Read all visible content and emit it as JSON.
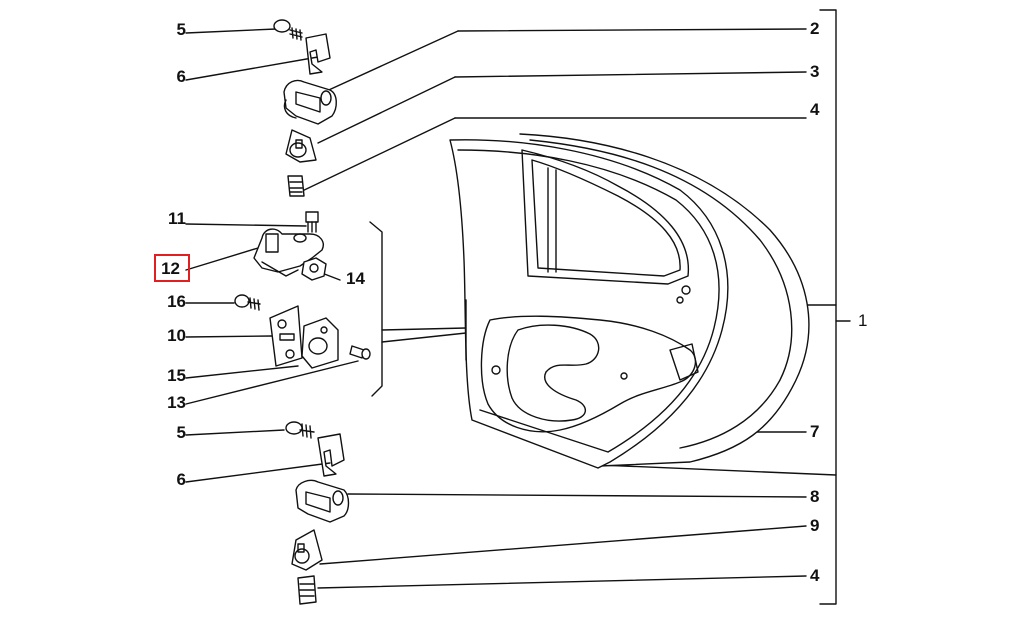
{
  "diagram": {
    "highlight_color": "#e02020",
    "highlighted_callout": "12",
    "callouts_left": [
      "5",
      "6",
      "11",
      "12",
      "16",
      "10",
      "15",
      "13",
      "5",
      "6"
    ],
    "callouts_right": [
      "2",
      "3",
      "4",
      "7",
      "8",
      "9",
      "4"
    ],
    "callout_14": "14",
    "callout_1": "1"
  }
}
